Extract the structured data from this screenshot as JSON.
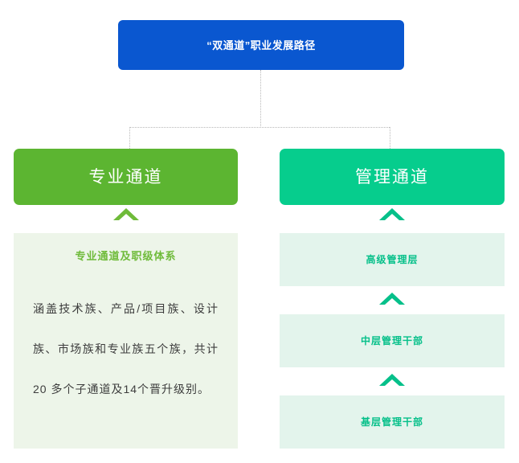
{
  "diagram": {
    "root": {
      "label": "“双通道”职业发展路径",
      "color": "#0a57d0",
      "text_color": "#ffffff"
    },
    "connector": {
      "style": "dotted",
      "color": "#b9b9b9"
    },
    "branches": [
      {
        "id": "professional",
        "head_label": "专业通道",
        "head_color": "#5cb531",
        "arrow_icon": "chevron-up-icon",
        "arrow_color": "#6fbb3a",
        "panel": {
          "background": "#edf5e9",
          "title": "专业通道及职级体系",
          "title_color": "#6fbb3a",
          "body": "涵盖技术族、产品/项目族、设计族、市场族和专业族五个族，共计20 多个子通道及14个晋升级别。",
          "body_color": "#3d3d3d"
        }
      },
      {
        "id": "management",
        "head_label": "管理通道",
        "head_color": "#06cd8d",
        "arrow_icon": "chevron-up-icon",
        "arrow_color": "#06c08a",
        "levels": [
          {
            "label": "高级管理层",
            "background": "#e3f4ec",
            "text_color": "#06c08a"
          },
          {
            "label": "中层管理干部",
            "background": "#e3f4ec",
            "text_color": "#06c08a"
          },
          {
            "label": "基层管理干部",
            "background": "#e3f4ec",
            "text_color": "#06c08a"
          }
        ]
      }
    ]
  }
}
